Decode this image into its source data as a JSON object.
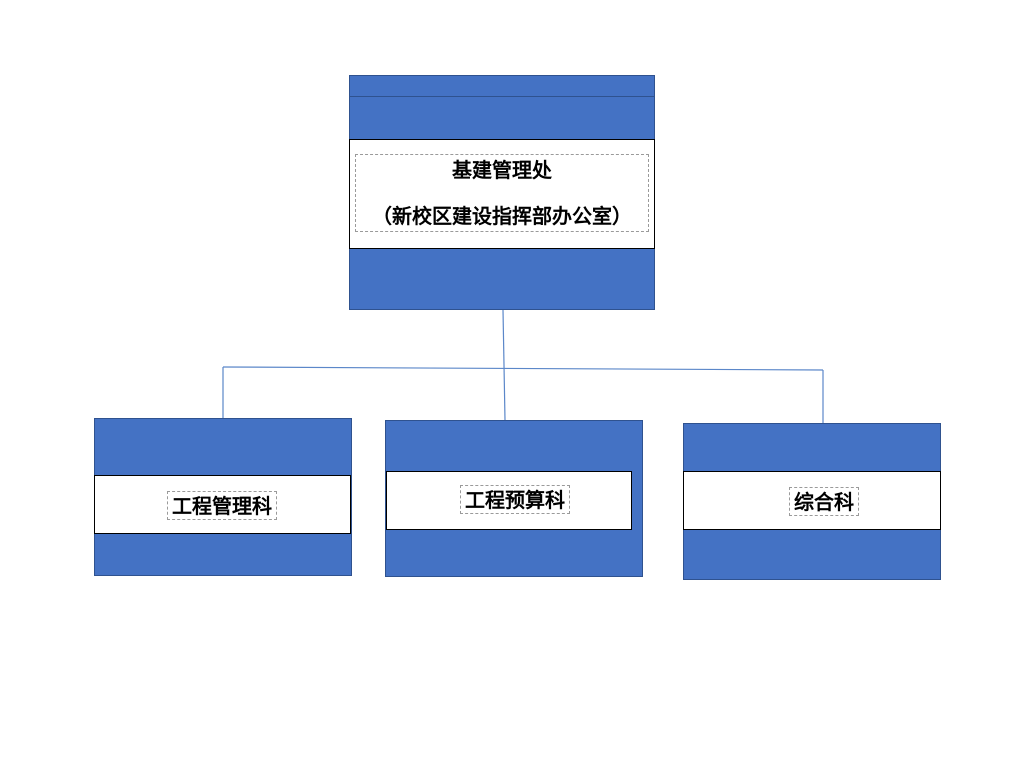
{
  "org_chart": {
    "root": {
      "line1": "基建管理处",
      "line2": "（新校区建设指挥部办公室）"
    },
    "children": [
      {
        "label": "工程管理科"
      },
      {
        "label": "工程预算科"
      },
      {
        "label": "综合科"
      }
    ]
  },
  "colors": {
    "box_fill": "#4472c4",
    "box_border": "#2f528f",
    "connector": "#5b87c9",
    "band_fill": "#ffffff"
  }
}
